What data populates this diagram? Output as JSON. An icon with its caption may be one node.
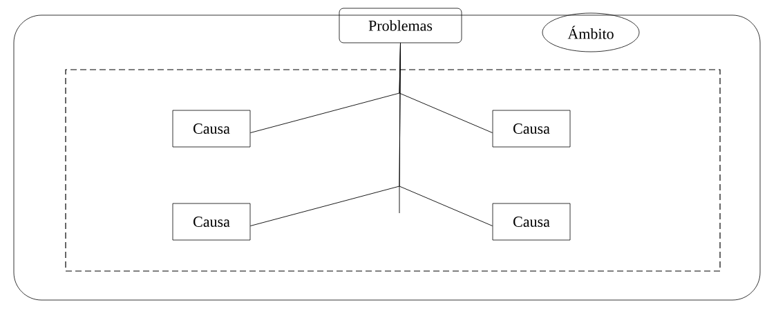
{
  "diagram": {
    "nodes": [
      {
        "text": [],
        "shape": "box"
      },
      {
        "text": [
          "Problemas"
        ],
        "in": 0
      },
      {
        "text": [
          "Ámbito"
        ],
        "in": 0
      },
      {
        "text": [],
        "shape": "box",
        "in": 0
      },
      {
        "text": [
          "Causa"
        ],
        "in": 3
      },
      {
        "text": [
          "Causa"
        ],
        "in": 3
      },
      {
        "text": [
          "Causa"
        ],
        "in": 3
      },
      {
        "text": [
          "Causa"
        ],
        "in": 3
      }
    ],
    "edges": [
      {
        "from": 4,
        "to": 1,
        "arrow": "none"
      },
      {
        "from": 5,
        "to": 1,
        "arrow": "none"
      },
      {
        "from": 6,
        "to": 1,
        "arrow": "none"
      },
      {
        "from": 7,
        "to": 1,
        "arrow": "none"
      }
    ]
  }
}
